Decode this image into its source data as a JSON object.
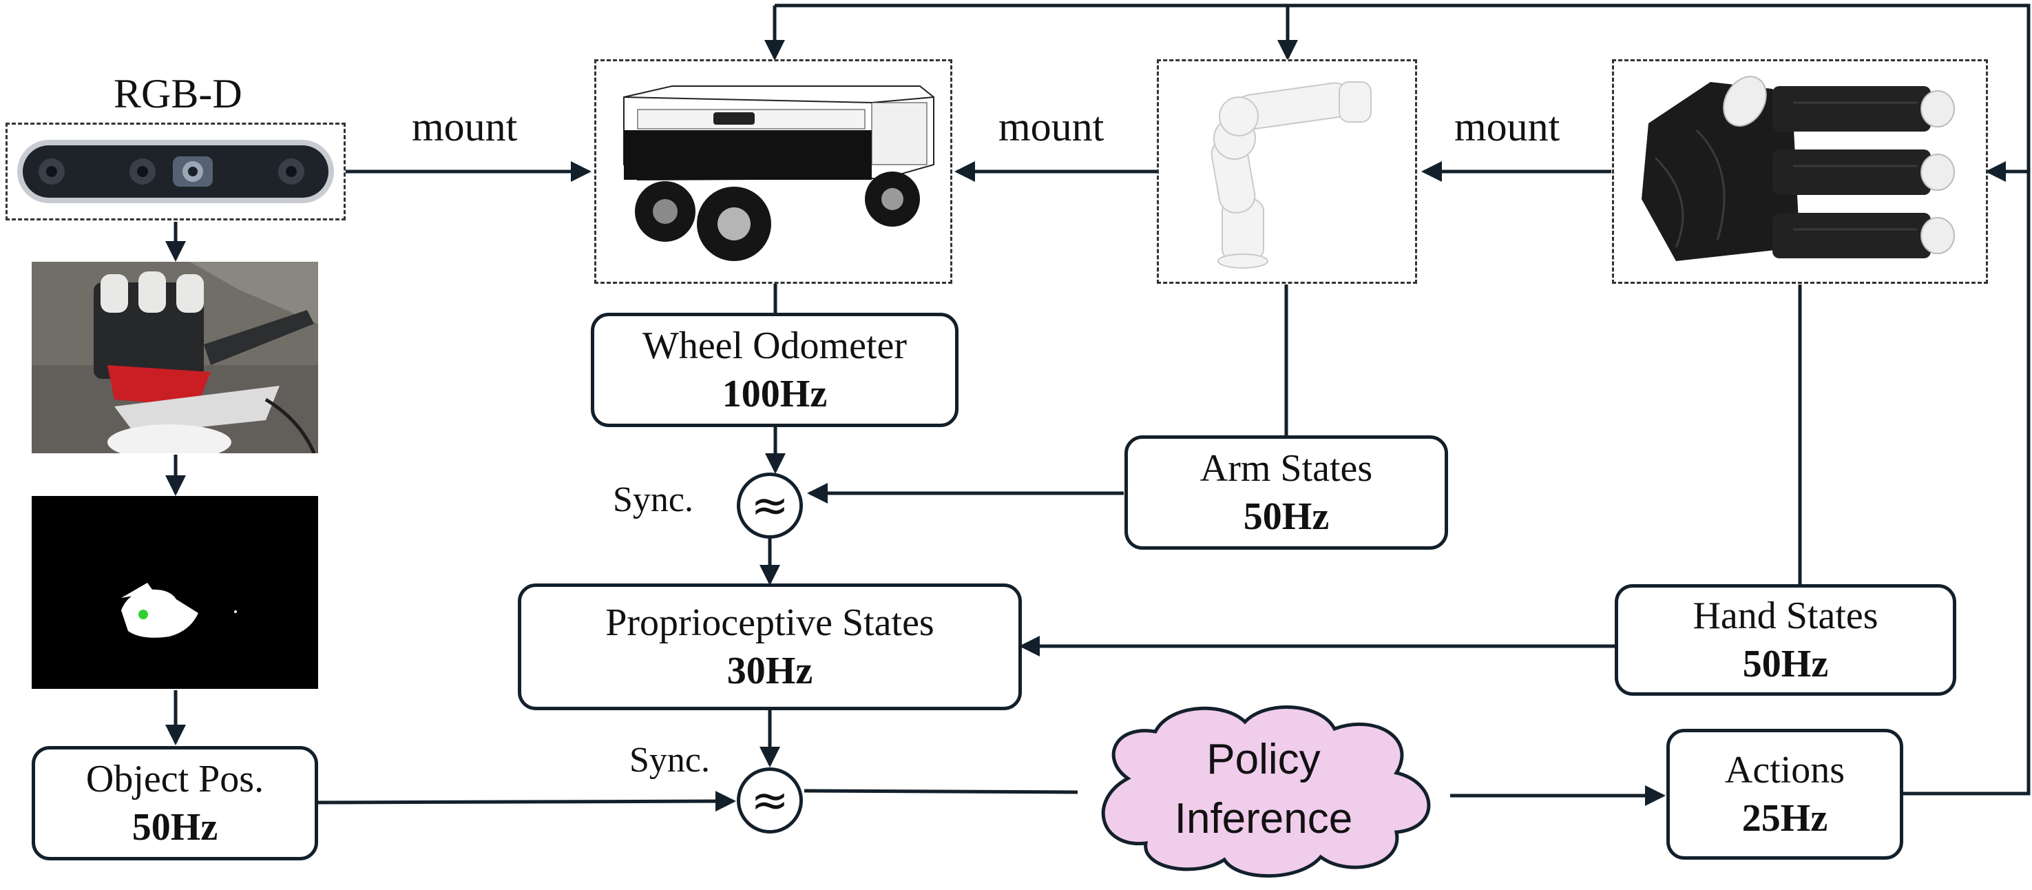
{
  "colors": {
    "line": "#13202b",
    "cloud_fill": "#f0cdea",
    "mask_bg": "#000000",
    "dot": "#2fd12f"
  },
  "camera": {
    "title": "RGB-D"
  },
  "edges": {
    "mount_1": "mount",
    "mount_2": "mount",
    "mount_3": "mount"
  },
  "images": {
    "camera": "rgbd-camera-icon",
    "robot_base": "mobile-robot-base-icon",
    "arm": "robot-arm-icon",
    "hand": "robot-hand-icon",
    "rgb_frame": "hand-held-object-photo",
    "mask_frame": "object-segmentation-mask"
  },
  "nodes": {
    "wheel_odometer": {
      "title": "Wheel Odometer",
      "freq": "100Hz"
    },
    "arm_states": {
      "title": "Arm States",
      "freq": "50Hz"
    },
    "hand_states": {
      "title": "Hand States",
      "freq": "50Hz"
    },
    "proprioceptive": {
      "title": "Proprioceptive States",
      "freq": "30Hz"
    },
    "object_pos": {
      "title": "Object Pos.",
      "freq": "50Hz"
    },
    "actions": {
      "title": "Actions",
      "freq": "25Hz"
    },
    "policy": {
      "line1": "Policy",
      "line2": "Inference"
    }
  },
  "sync": {
    "label_1": "Sync.",
    "label_2": "Sync.",
    "symbol_1": "≈",
    "symbol_2": "≈"
  }
}
